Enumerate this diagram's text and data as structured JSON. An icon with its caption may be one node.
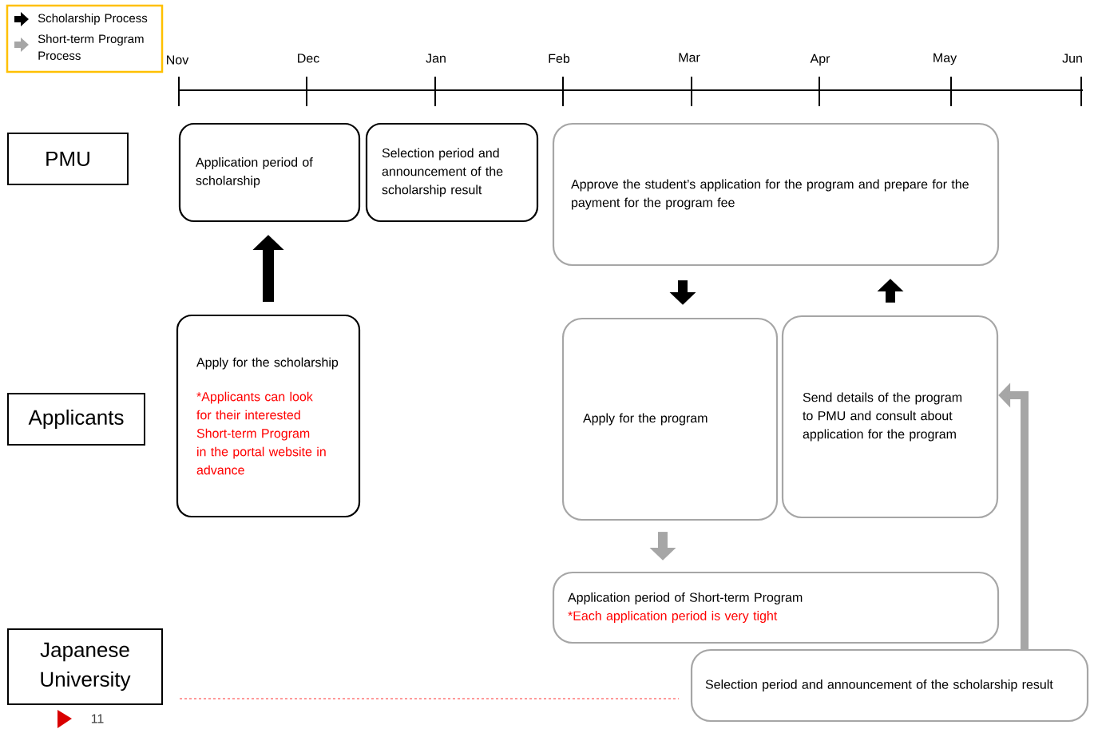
{
  "diagram": {
    "nodes": [
      {
        "text": [
          "PMU"
        ]
      },
      {
        "text": [
          "Applicants"
        ]
      },
      {
        "text": [
          "Japanese University"
        ]
      },
      {
        "text": [
          "Application period of scholarship"
        ]
      },
      {
        "text": [
          "Selection period and announcement of the scholarship result"
        ]
      },
      {
        "text": [
          "Approve the student’s application for the program and prepare for the payment for the program fee"
        ]
      },
      {
        "text": [
          "Apply for the scholarship",
          "*Applicants can look for their interested Short-term Program in the portal website in advance"
        ]
      },
      {
        "text": [
          "Apply for the program"
        ]
      },
      {
        "text": [
          "Send details of the program to PMU and consult about application for the program"
        ]
      },
      {
        "text": [
          "Application period of Short-term Program",
          "*Each application period is very tight"
        ]
      },
      {
        "text": [
          "Selection period and announcement of the scholarship result"
        ]
      }
    ],
    "edges": [
      {
        "from": 6,
        "to": 3,
        "arrow": "to"
      },
      {
        "from": 5,
        "to": 7,
        "arrow": "to"
      },
      {
        "from": 8,
        "to": 5,
        "arrow": "to"
      },
      {
        "from": 7,
        "to": 9,
        "arrow": "to",
        "color": "#a6a6a6"
      },
      {
        "from": 10,
        "to": 8,
        "arrow": "to",
        "color": "#a6a6a6"
      }
    ],
    "labels": [
      "Nov",
      "Dec",
      "Jan",
      "Feb",
      "Mar",
      "Apr",
      "May",
      "Jun",
      "11"
    ],
    "legend": [
      {
        "text": "Scholarship Process"
      },
      {
        "text": "Short-term Program Process"
      }
    ]
  }
}
